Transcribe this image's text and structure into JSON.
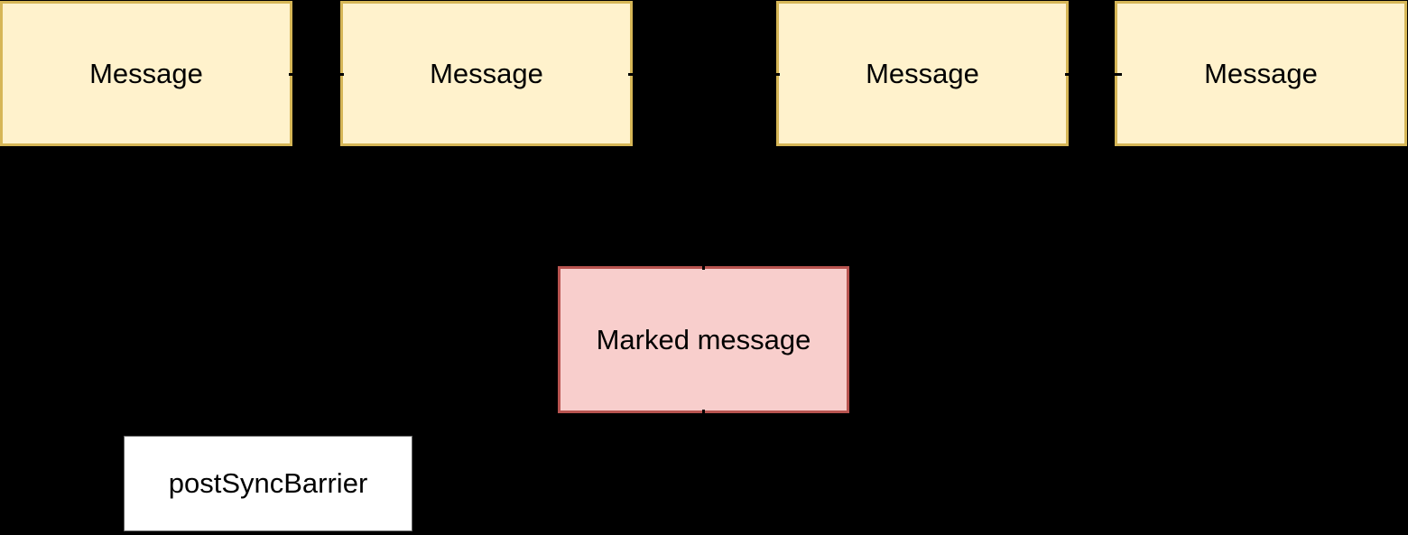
{
  "diagram": {
    "background_color": "#000000",
    "text_color": "#000000",
    "nodes": [
      {
        "id": "message-1",
        "label": "Message",
        "fill": "#FFF2CC",
        "stroke": "#D6B656"
      },
      {
        "id": "message-2",
        "label": "Message",
        "fill": "#FFF2CC",
        "stroke": "#D6B656"
      },
      {
        "id": "message-3",
        "label": "Message",
        "fill": "#FFF2CC",
        "stroke": "#D6B656"
      },
      {
        "id": "message-4",
        "label": "Message",
        "fill": "#FFF2CC",
        "stroke": "#D6B656"
      },
      {
        "id": "marked-message",
        "label": "Marked message",
        "fill": "#F8CECC",
        "stroke": "#B85450"
      },
      {
        "id": "post-sync-barrier",
        "label": "postSyncBarrier",
        "fill": "#FFFFFF",
        "stroke": "#666666"
      }
    ],
    "connectors": [
      {
        "id": "connector-message-1-message-2",
        "from": "message-1",
        "to": "message-2",
        "color": "#000000"
      },
      {
        "id": "connector-message-2-message-3",
        "from": "message-2",
        "to": "message-3",
        "color": "#000000"
      },
      {
        "id": "connector-message-3-message-4",
        "from": "message-3",
        "to": "message-4",
        "color": "#000000"
      },
      {
        "id": "connector-queue-marked-message",
        "from": "message-queue",
        "to": "marked-message",
        "color": "#000000"
      },
      {
        "id": "connector-marked-message-post-sync-barrier",
        "from": "marked-message",
        "to": "post-sync-barrier",
        "color": "#000000"
      }
    ]
  }
}
